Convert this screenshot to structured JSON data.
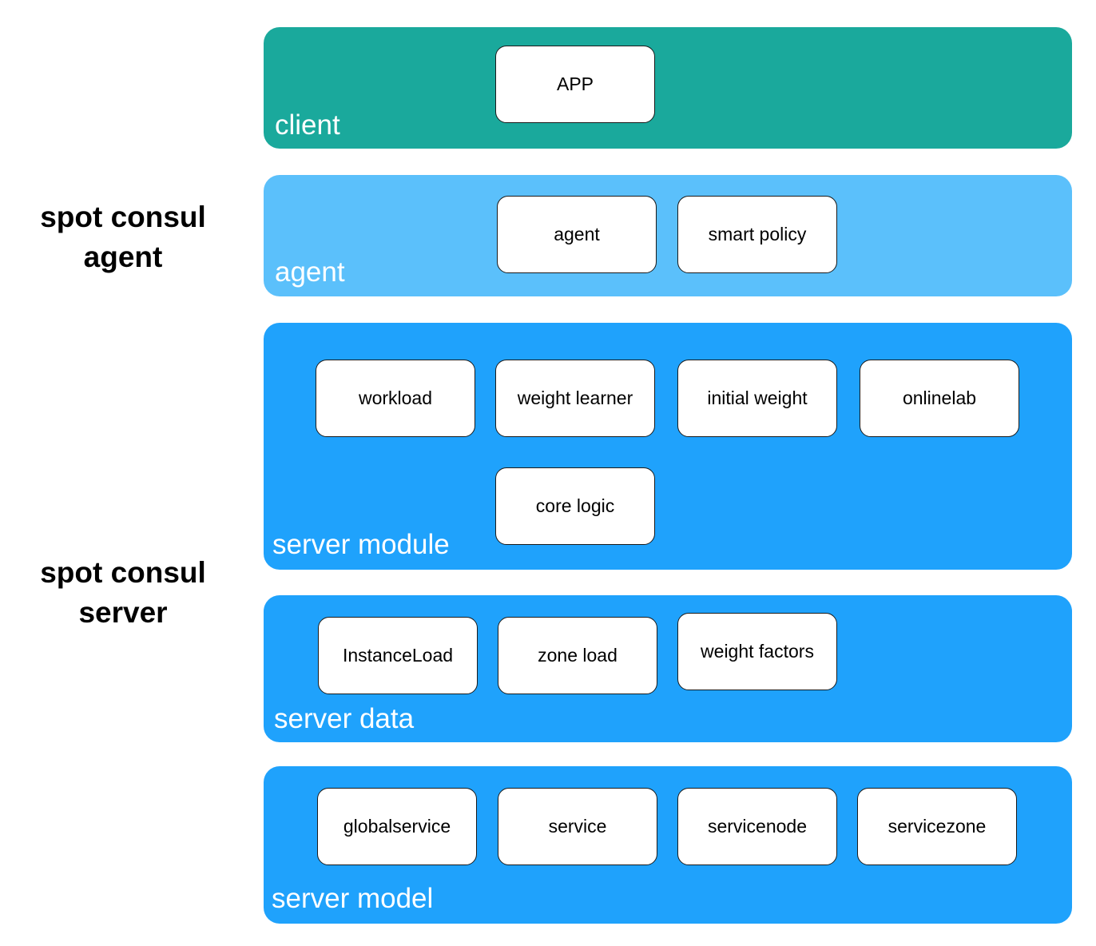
{
  "colors": {
    "client": "#1aa99c",
    "agent": "#5bc0fb",
    "server": "#1fa2fc"
  },
  "side_labels": {
    "agent": [
      "spot consul",
      "agent"
    ],
    "server": [
      "spot consul",
      "server"
    ]
  },
  "layers": {
    "client": {
      "label": "client",
      "boxes": [
        "APP"
      ]
    },
    "agent": {
      "label": "agent",
      "boxes": [
        "agent",
        "smart policy"
      ]
    },
    "server_module": {
      "label": "server module",
      "boxes": [
        "workload",
        "weight learner",
        "initial weight",
        "onlinelab",
        "core logic"
      ]
    },
    "server_data": {
      "label": "server data",
      "boxes": [
        "InstanceLoad",
        "zone load",
        "weight factors"
      ]
    },
    "server_model": {
      "label": "server model",
      "boxes": [
        "globalservice",
        "service",
        "servicenode",
        "servicezone"
      ]
    }
  }
}
